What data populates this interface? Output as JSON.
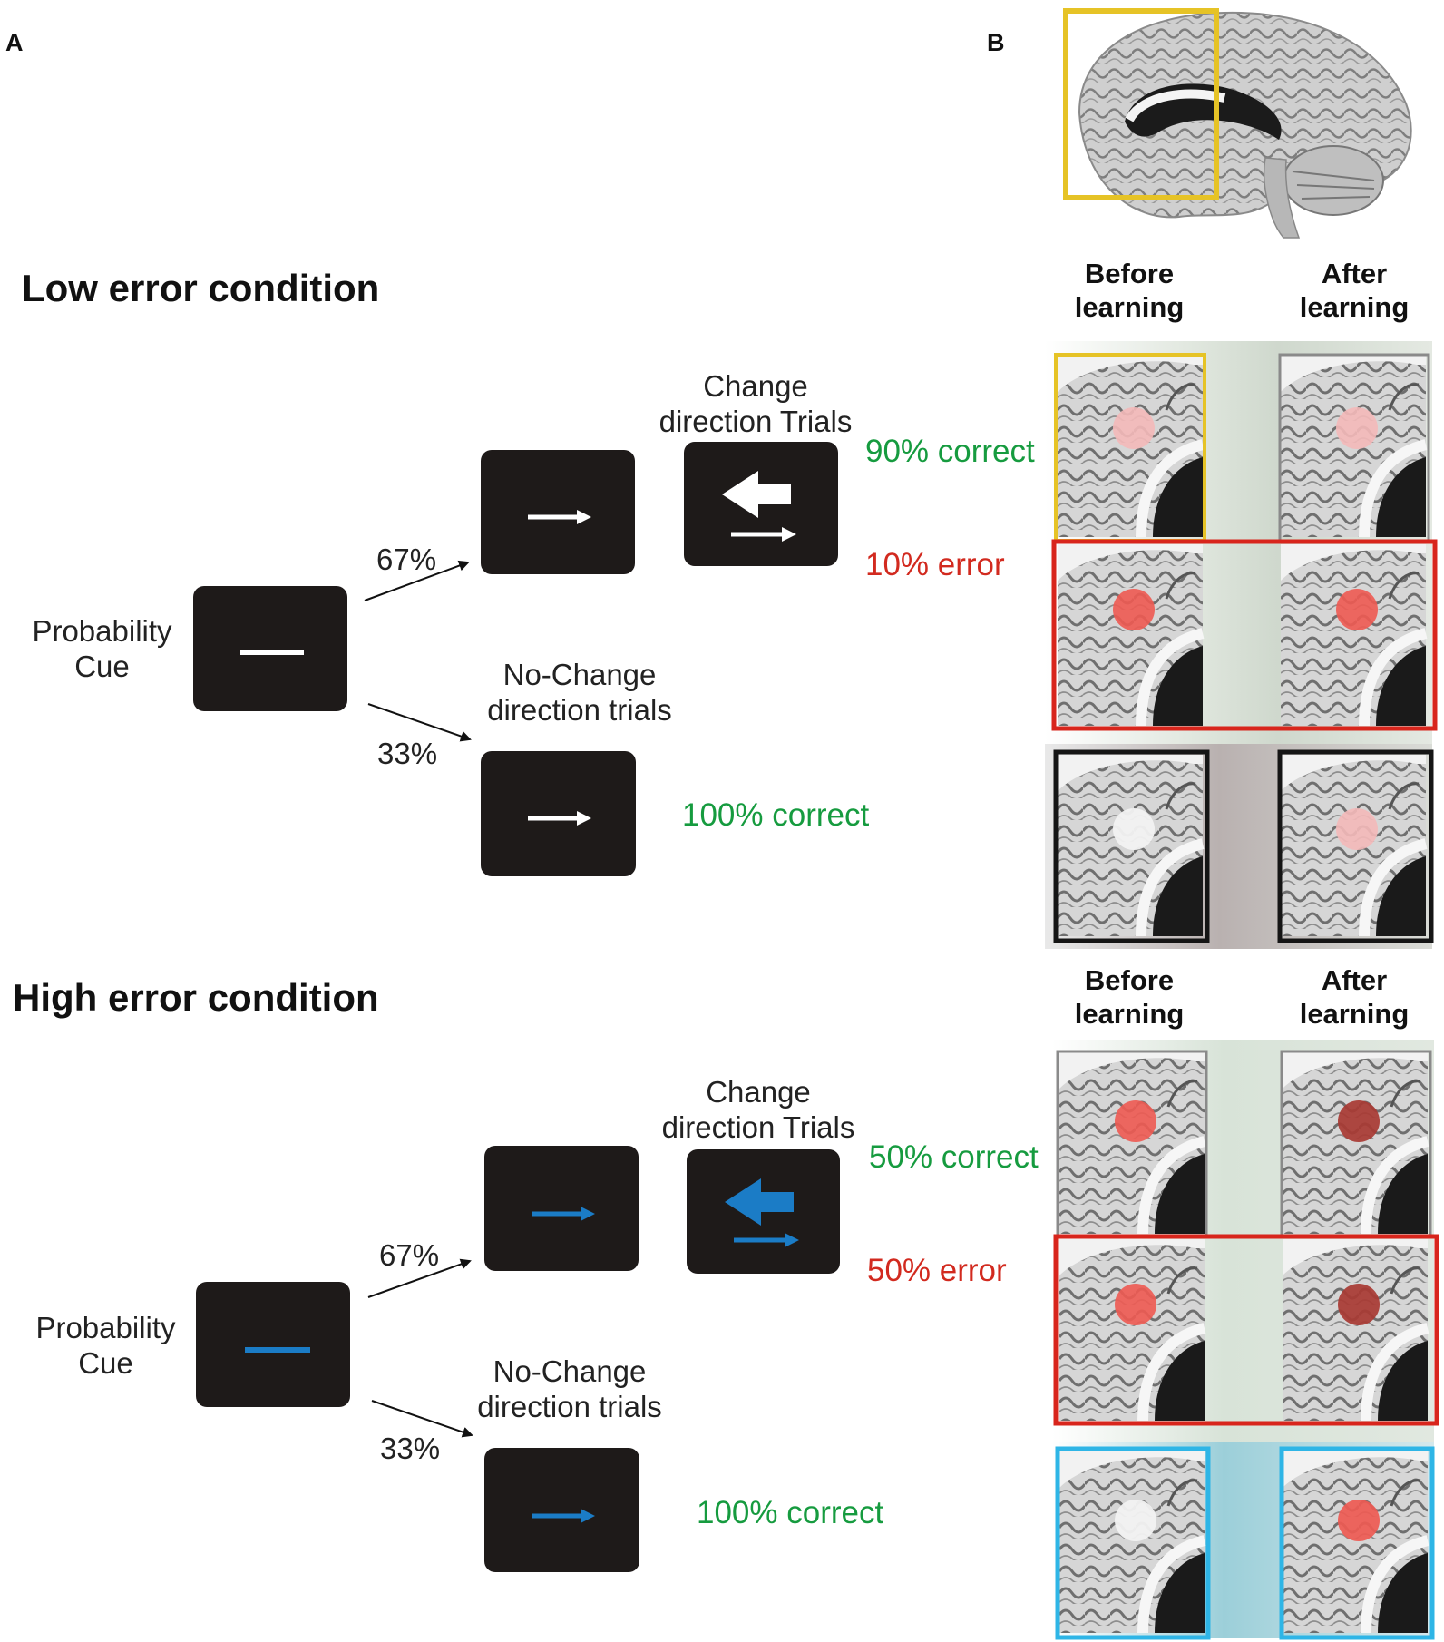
{
  "panels": {
    "a": "A",
    "b": "B"
  },
  "low": {
    "title": "Low error condition",
    "cue_label": "Probability Cue",
    "p_change": "67%",
    "p_nochange": "33%",
    "change_label": "Change direction Trials",
    "nochange_label": "No-Change direction trials",
    "change_correct": "90% correct",
    "change_error": "10% error",
    "nochange_correct": "100% correct",
    "stim_color": "#ffffff"
  },
  "high": {
    "title": "High error condition",
    "cue_label": "Probability Cue",
    "p_change": "67%",
    "p_nochange": "33%",
    "change_label": "Change direction Trials",
    "nochange_label": "No-Change direction trials",
    "change_correct": "50% correct",
    "change_error": "50% error",
    "nochange_correct": "100% correct",
    "stim_color": "#1b7cc6"
  },
  "brain_columns": {
    "before": "Before learning",
    "after": "After learning"
  },
  "colors": {
    "correct_text": "#169b3f",
    "error_text": "#d22a1f",
    "frame_yellow": "#e6c326",
    "frame_red": "#d8251c",
    "frame_black": "#151515",
    "frame_cyan": "#2eb5e6",
    "activation_pale": "#f4b9b9",
    "activation_mid": "#ee5a52",
    "activation_dark": "#a83a33",
    "activation_white": "#f2f2f2"
  }
}
